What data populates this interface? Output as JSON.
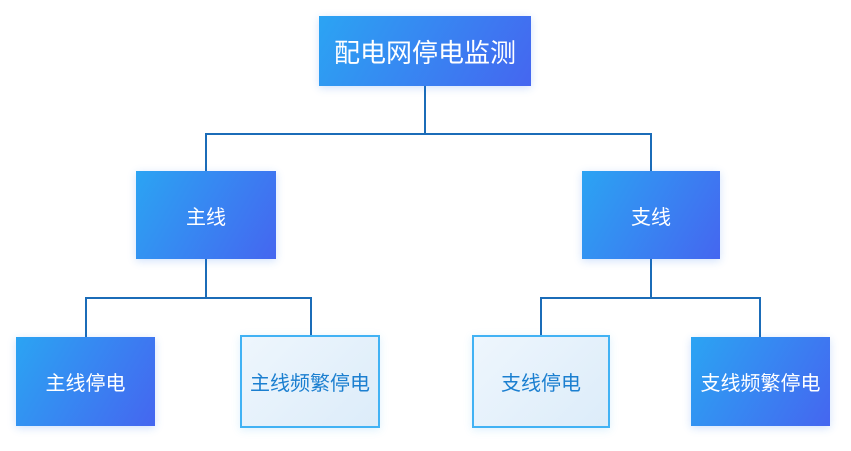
{
  "diagram": {
    "type": "org-tree",
    "title": "配电网停电监测",
    "colors": {
      "node_gradient_start": "#2BA4F3",
      "node_gradient_end": "#4566F0",
      "light_node_bg": "#E4F0FB",
      "light_node_border": "#41B2F4",
      "light_node_text": "#1B7FD0",
      "connector": "#1B6CB8",
      "solid_node_text": "#FFFFFF",
      "background": "#FFFFFF"
    },
    "nodes": {
      "root": {
        "label": "配电网停电监测",
        "style": "solid",
        "level": 0
      },
      "main_line": {
        "label": "主线",
        "style": "solid",
        "level": 1,
        "parent": "root"
      },
      "branch_line": {
        "label": "支线",
        "style": "solid",
        "level": 1,
        "parent": "root"
      },
      "main_outage": {
        "label": "主线停电",
        "style": "solid",
        "level": 2,
        "parent": "main_line"
      },
      "main_frequent_outage": {
        "label": "主线频繁停电",
        "style": "light",
        "level": 2,
        "parent": "main_line"
      },
      "branch_outage": {
        "label": "支线停电",
        "style": "light",
        "level": 2,
        "parent": "branch_line"
      },
      "branch_frequent_outage": {
        "label": "支线频繁停电",
        "style": "solid",
        "level": 2,
        "parent": "branch_line"
      }
    }
  }
}
